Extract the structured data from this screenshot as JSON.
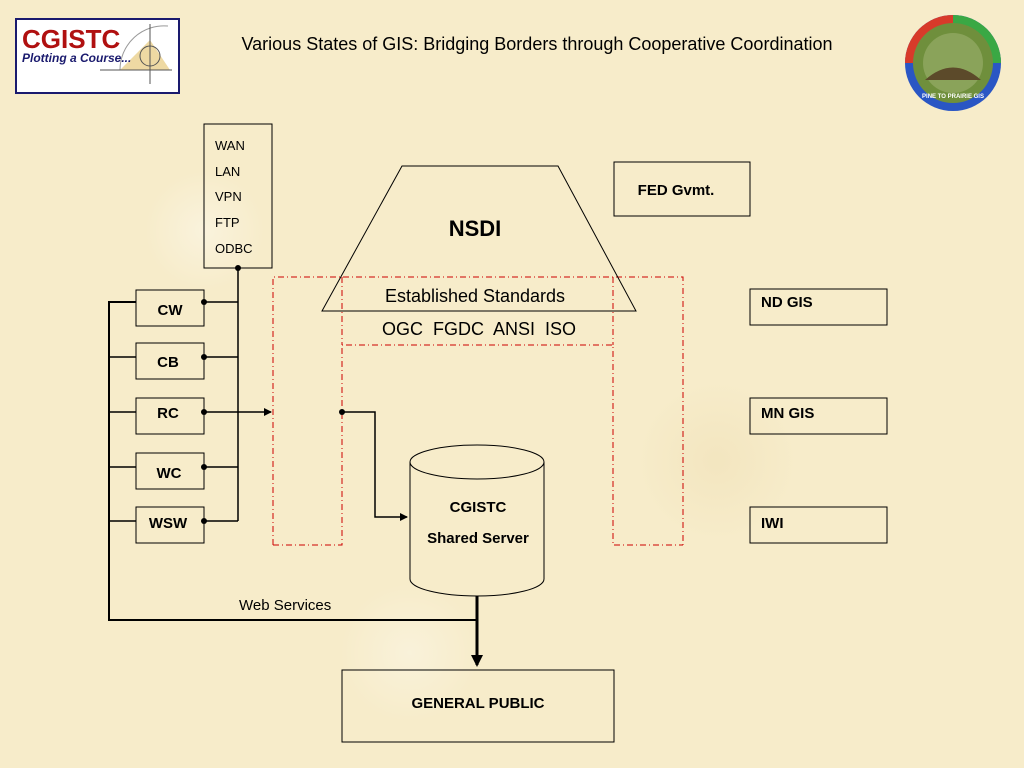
{
  "header": {
    "title": "Various States of GIS: Bridging Borders through Cooperative Coordination",
    "logo_left_text": "CGISTC",
    "logo_left_subtext": "Plotting a Course...",
    "logo_right_text": "PINE TO PRAIRIE GIS"
  },
  "network": {
    "items": [
      "WAN",
      "LAN",
      "VPN",
      "FTP",
      "ODBC"
    ]
  },
  "nsdi": {
    "title": "NSDI",
    "standards_label": "Established Standards",
    "standards": "OGC  FGDC  ANSI  ISO"
  },
  "fed": {
    "label": "FED Gvmt."
  },
  "regions": [
    "CW",
    "CB",
    "RC",
    "WC",
    "WSW"
  ],
  "partners": [
    "ND GIS",
    "MN GIS",
    "IWI"
  ],
  "server": {
    "line1": "CGISTC",
    "line2": "Shared Server"
  },
  "web_services_label": "Web Services",
  "public": {
    "label": "GENERAL PUBLIC"
  },
  "colors": {
    "background": "#f7ecca",
    "dash_red": "#cc0000",
    "line": "#000000"
  }
}
